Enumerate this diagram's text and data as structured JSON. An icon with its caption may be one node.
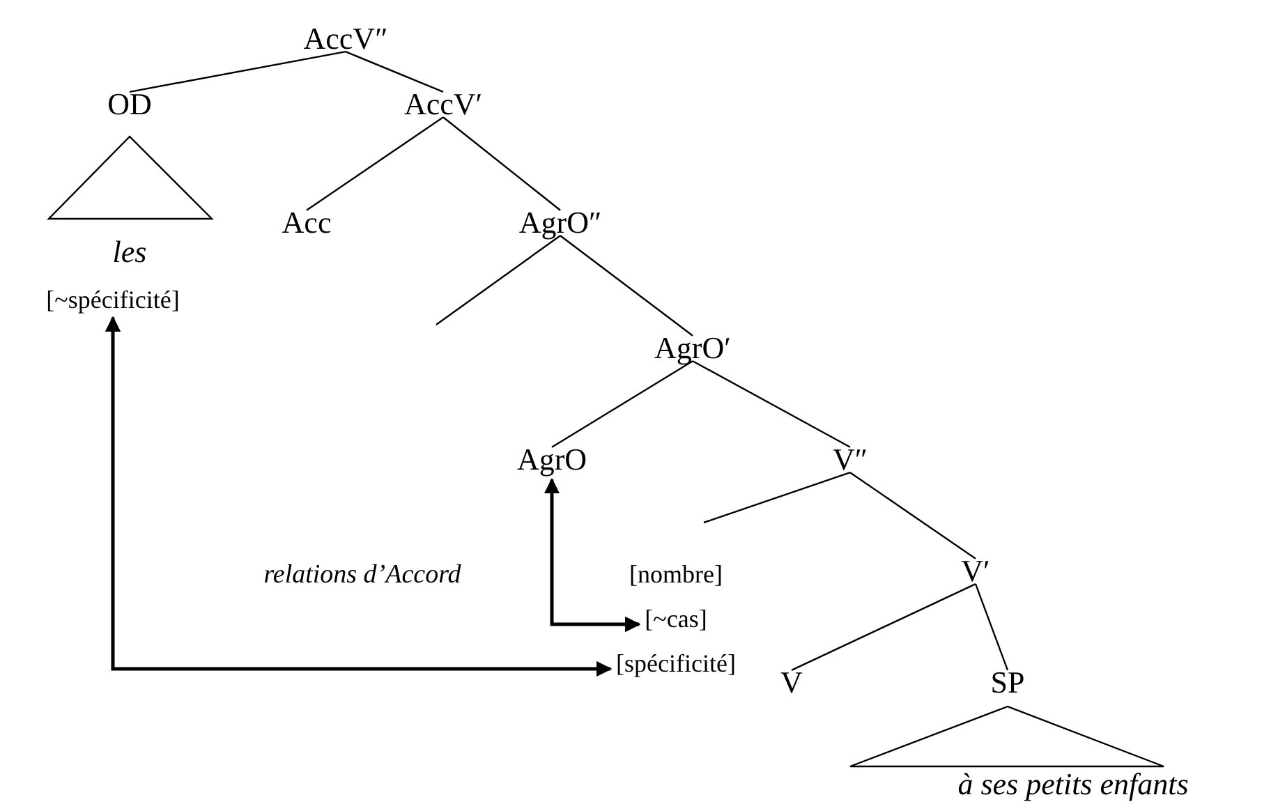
{
  "diagram": {
    "nodes": [
      {
        "text": [
          "AccV″"
        ]
      },
      {
        "text": [
          "OD"
        ]
      },
      {
        "text": [
          "AccV′"
        ]
      },
      {
        "text": [
          "les"
        ]
      },
      {
        "text": [
          "[~spécificité]"
        ]
      },
      {
        "text": [
          "Acc"
        ]
      },
      {
        "text": [
          "AgrO″"
        ]
      },
      {
        "text": [
          "AgrO′"
        ]
      },
      {
        "text": [
          "AgrO"
        ]
      },
      {
        "text": [
          "V″"
        ]
      },
      {
        "text": [
          "[nombre]"
        ]
      },
      {
        "text": [
          "[~cas]"
        ]
      },
      {
        "text": [
          "[spécificité]"
        ]
      },
      {
        "text": [
          "V′"
        ]
      },
      {
        "text": [
          "V"
        ]
      },
      {
        "text": [
          "SP"
        ]
      },
      {
        "text": [
          "à ses petits enfants"
        ]
      }
    ],
    "edges": [
      {
        "from": 0,
        "to": 1,
        "arrow": "none"
      },
      {
        "from": 0,
        "to": 2,
        "arrow": "none"
      },
      {
        "from": 2,
        "to": 5,
        "arrow": "none"
      },
      {
        "from": 2,
        "to": 6,
        "arrow": "none"
      },
      {
        "from": 6,
        "to": null,
        "arrow": "none"
      },
      {
        "from": 6,
        "to": 7,
        "arrow": "none"
      },
      {
        "from": 7,
        "to": 8,
        "arrow": "none"
      },
      {
        "from": 7,
        "to": 9,
        "arrow": "none"
      },
      {
        "from": 9,
        "to": null,
        "arrow": "none"
      },
      {
        "from": 9,
        "to": 13,
        "arrow": "none"
      },
      {
        "from": 13,
        "to": 14,
        "arrow": "none"
      },
      {
        "from": 13,
        "to": 15,
        "arrow": "none"
      },
      {
        "from": 4,
        "to": 12,
        "arrow": "both"
      },
      {
        "from": 8,
        "to": 11,
        "arrow": "both"
      }
    ],
    "labels": [
      "relations d’Accord"
    ]
  }
}
